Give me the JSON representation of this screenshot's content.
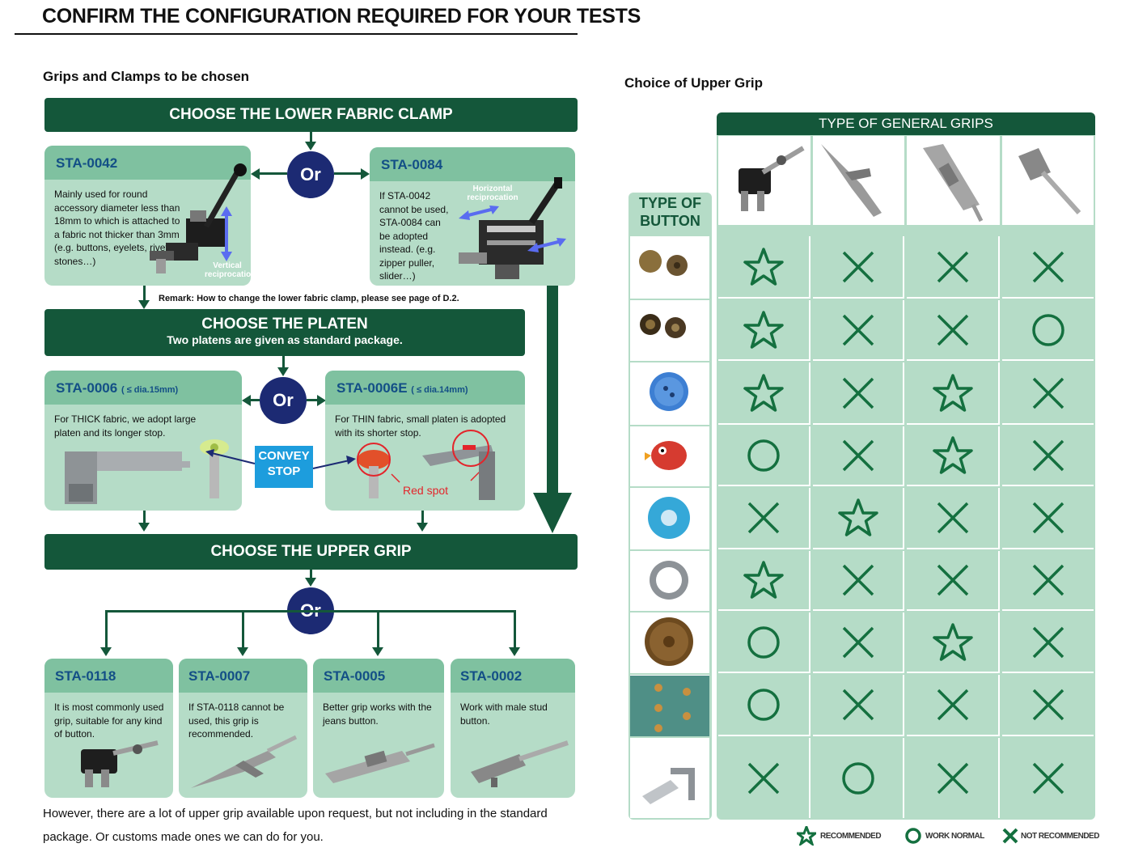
{
  "page": {
    "title": "CONFIRM THE CONFIGURATION REQUIRED FOR YOUR TESTS",
    "left_subtitle": "Grips and Clamps to be chosen",
    "right_subtitle": "Choice of Upper Grip"
  },
  "flow": {
    "lower_clamp_bar": "CHOOSE THE LOWER FABRIC CLAMP",
    "or_label": "Or",
    "sta0042": {
      "code": "STA-0042",
      "text": "Mainly used for round accessory diameter less than 18mm to which is attached to a fabric not thicker than 3mm (e.g. buttons, eyelets, rivets, stones…)",
      "motion_label": "Vertical reciprocation"
    },
    "sta0084": {
      "code": "STA-0084",
      "text": "If STA-0042 cannot be used, STA-0084 can be adopted instead. (e.g. zipper puller, slider…)",
      "motion_label": "Horizontal reciprocation"
    },
    "remark": "Remark: How to change the lower fabric clamp, please see page of D.2.",
    "platen_bar": "CHOOSE THE PLATEN",
    "platen_bar_sub": "Two platens are given as standard package.",
    "sta0006": {
      "code": "STA-0006",
      "note": "( ≤ dia.15mm)",
      "text": "For THICK fabric, we adopt large platen and its longer stop."
    },
    "sta0006e": {
      "code": "STA-0006E",
      "note": "( ≤ dia.14mm)",
      "text": "For THIN fabric, small platen is adopted with its shorter stop."
    },
    "convey_stop": "CONVEY STOP",
    "red_spot": "Red spot",
    "upper_grip_bar": "CHOOSE THE UPPER GRIP",
    "grips": [
      {
        "code": "STA-0118",
        "text": "It is most commonly used grip, suitable for any kind of button."
      },
      {
        "code": "STA-0007",
        "text": "If STA-0118 cannot be used, this grip is recommended."
      },
      {
        "code": "STA-0005",
        "text": "Better grip works with the jeans button."
      },
      {
        "code": "STA-0002",
        "text": "Work with male stud button."
      }
    ],
    "footer": "However, there are a lot of upper grip available upon request, but not including in the standard package. Or customs made ones we can do for you."
  },
  "matrix": {
    "header": "TYPE OF GENERAL GRIPS",
    "row_header": "TYPE OF BUTTON",
    "buttons": [
      "snap-button",
      "press-stud",
      "blue-sewing-button",
      "red-bird-button",
      "blue-flower-button",
      "ring-eyelet",
      "jeans-button",
      "eyelet-strip",
      "zipper-stop"
    ],
    "rows": [
      [
        "star",
        "x",
        "x",
        "x"
      ],
      [
        "star",
        "x",
        "x",
        "circle"
      ],
      [
        "star",
        "x",
        "star",
        "x"
      ],
      [
        "circle",
        "x",
        "star",
        "x"
      ],
      [
        "x",
        "star",
        "x",
        "x"
      ],
      [
        "star",
        "x",
        "x",
        "x"
      ],
      [
        "circle",
        "x",
        "star",
        "x"
      ],
      [
        "circle",
        "x",
        "x",
        "x"
      ],
      [
        "x",
        "circle",
        "x",
        "x"
      ]
    ],
    "legend": {
      "recommended": "RECOMMENDED",
      "work_normal": "WORK NORMAL",
      "not_recommended": "NOT RECOMMENDED"
    },
    "mark_color": "#14703f"
  }
}
